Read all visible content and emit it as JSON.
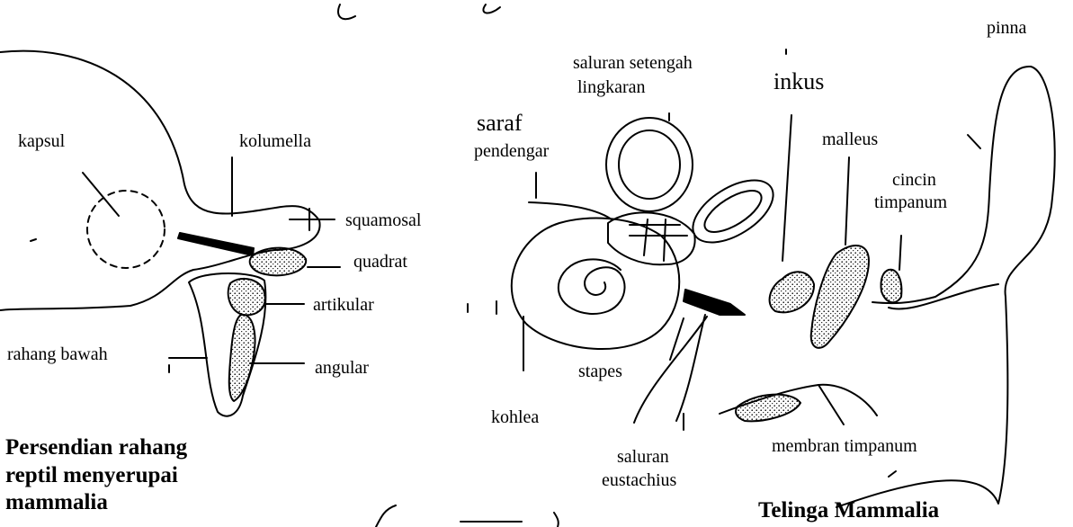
{
  "left_diagram": {
    "labels": {
      "kapsul": "kapsul",
      "kolumella": "kolumella",
      "squamosal": "squamosal",
      "quadrat": "quadrat",
      "artikular": "artikular",
      "rahang_bawah": "rahang bawah",
      "angular": "angular"
    },
    "caption_lines": [
      "Persendian rahang",
      "reptil menyerupai",
      "mammalia"
    ]
  },
  "right_diagram": {
    "labels": {
      "pinna": "pinna",
      "saluran_setengah_1": "saluran setengah",
      "saluran_setengah_2": "lingkaran",
      "inkus": "inkus",
      "saraf": "saraf",
      "pendengar": "pendengar",
      "malleus": "malleus",
      "cincin": "cincin",
      "timpanum": "timpanum",
      "stapes": "stapes",
      "kohlea": "kohlea",
      "saluran_eustachius_1": "saluran",
      "saluran_eustachius_2": "eustachius",
      "membran_timpanum": "membran timpanum"
    },
    "caption": "Telinga Mammalia"
  },
  "colors": {
    "ink": "#000000",
    "paper": "#ffffff"
  }
}
